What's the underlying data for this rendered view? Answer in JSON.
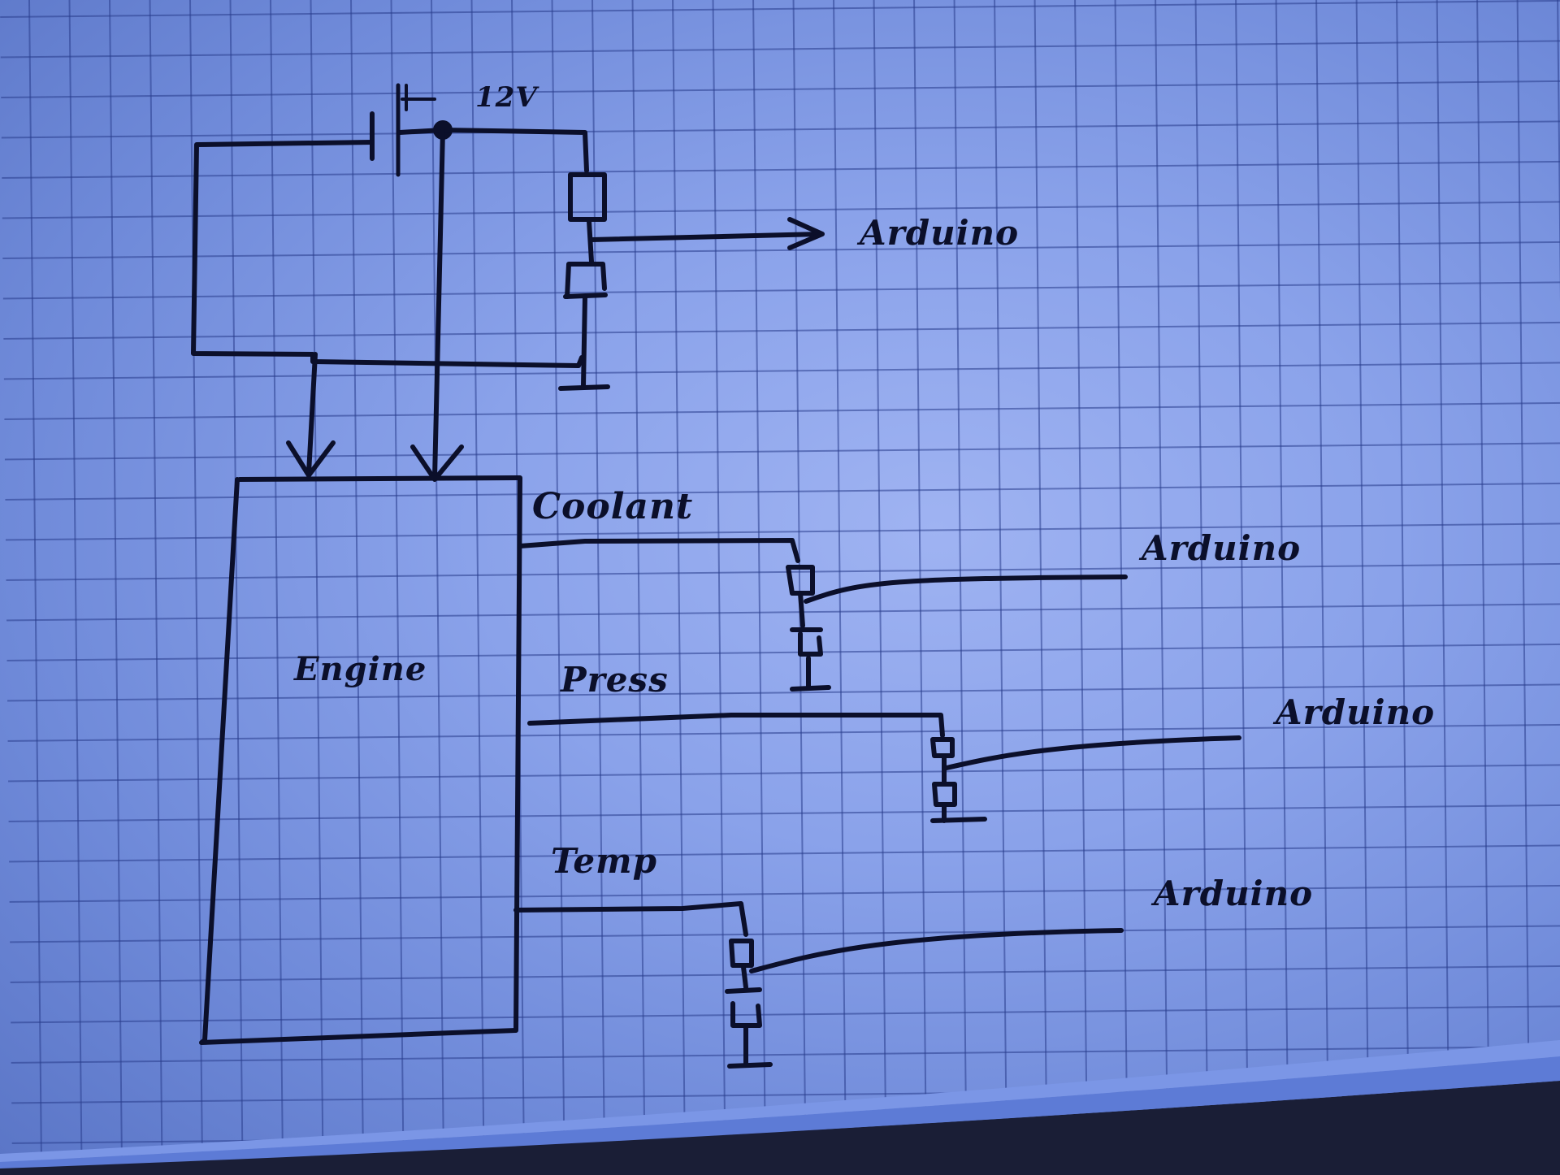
{
  "diagram": {
    "type": "hand-drawn circuit schematic on graph paper",
    "supply": {
      "label": "12V",
      "polarity_mark": "+"
    },
    "main_block": {
      "label": "Engine"
    },
    "outputs_top": {
      "label": "Arduino"
    },
    "sensors": [
      {
        "label": "Coolant",
        "output_label": "Arduino"
      },
      {
        "label": "Press",
        "output_label": "Arduino"
      },
      {
        "label": "Temp",
        "output_label": "Arduino"
      }
    ]
  },
  "colors": {
    "ink": "#0b0f2a",
    "paper": "#8aa2ea",
    "grid": "#2c3c8c"
  }
}
